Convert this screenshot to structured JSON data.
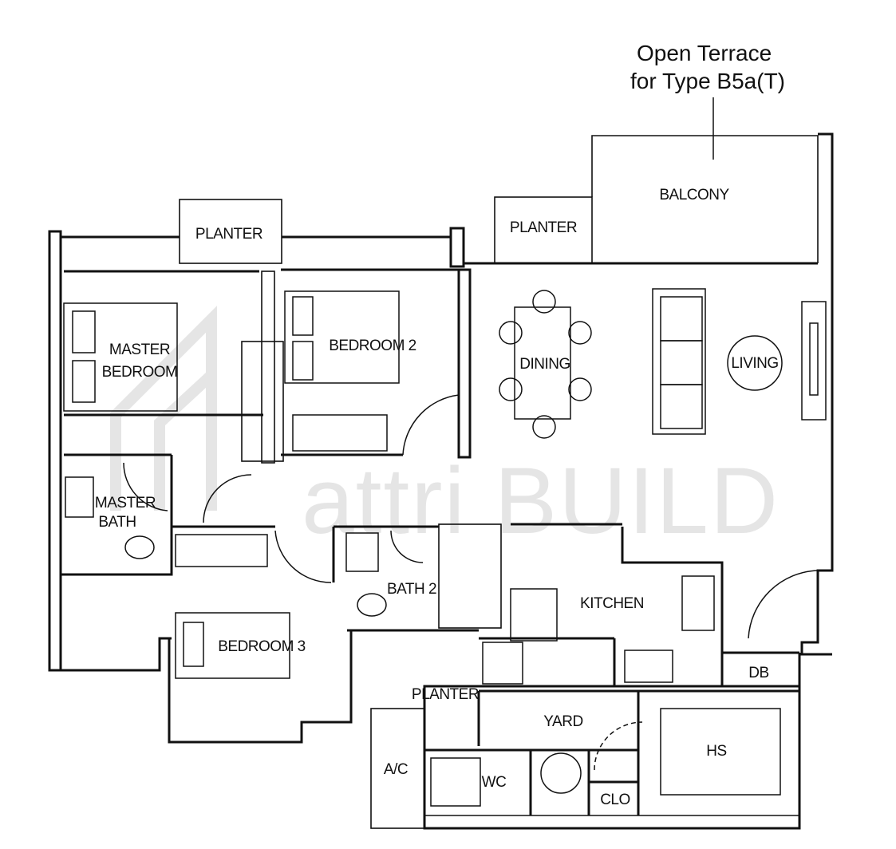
{
  "note": {
    "line1": "Open Terrace",
    "line2": "for Type B5a(T)"
  },
  "watermark": "attri BUILD",
  "rooms": {
    "balcony": "BALCONY",
    "planter_top_left": "PLANTER",
    "planter_top_right": "PLANTER",
    "master_bedroom_1": "MASTER",
    "master_bedroom_2": "BEDROOM",
    "bedroom2": "BEDROOM 2",
    "dining": "DINING",
    "living": "LIVING",
    "master_bath_1": "MASTER",
    "master_bath_2": "BATH",
    "bath2": "BATH 2",
    "kitchen": "KITCHEN",
    "bedroom3": "BEDROOM 3",
    "db": "DB",
    "planter_bottom": "PLANTER",
    "yard": "YARD",
    "hs": "HS",
    "ac": "A/C",
    "wc": "WC",
    "clo": "CLO"
  }
}
